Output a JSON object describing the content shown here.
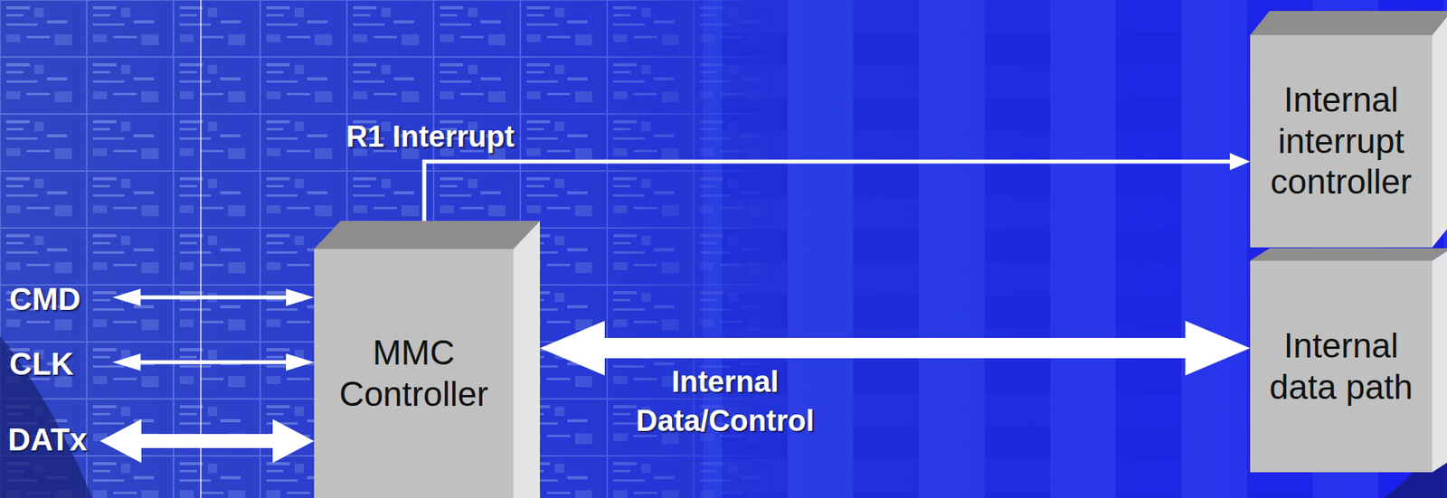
{
  "diagram": {
    "nodes": [
      {
        "text": [
          "MMC Controller"
        ]
      },
      {
        "text": [
          "Internal interrupt controller"
        ]
      },
      {
        "text": [
          "Internal data path"
        ]
      }
    ],
    "edges": [
      {
        "from": 0,
        "to": 1,
        "arrow": "to",
        "label": "R1 Interrupt"
      },
      {
        "from": 0,
        "to": 2,
        "arrow": "both",
        "label": "Internal Data/Control"
      }
    ],
    "labels": [
      "CMD",
      "CLK",
      "DATx"
    ]
  }
}
